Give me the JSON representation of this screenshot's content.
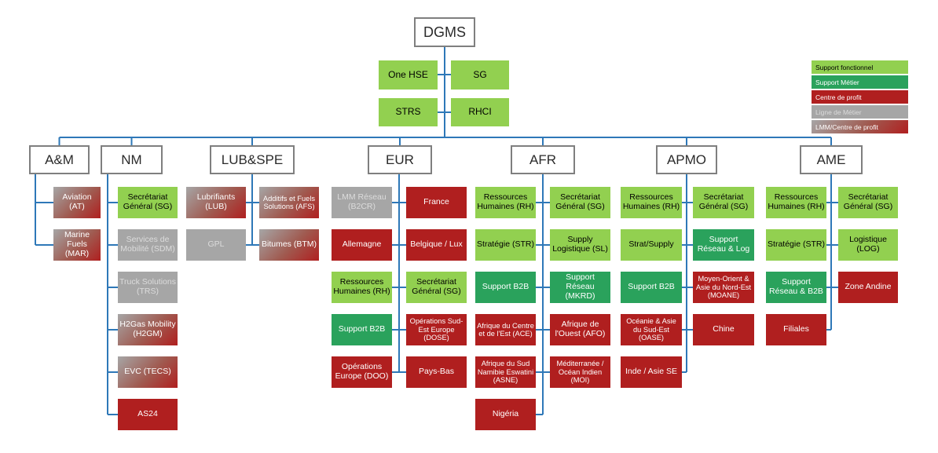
{
  "root": {
    "label": "DGMS"
  },
  "root_supports": [
    {
      "label": "One HSE",
      "type": "sf"
    },
    {
      "label": "SG",
      "type": "sf"
    },
    {
      "label": "STRS",
      "type": "sf"
    },
    {
      "label": "RHCI",
      "type": "sf"
    }
  ],
  "legend": {
    "items": [
      {
        "label": "Support fonctionnel",
        "type": "sf"
      },
      {
        "label": "Support Métier",
        "type": "sm"
      },
      {
        "label": "Centre de profit",
        "type": "cp"
      },
      {
        "label": "Ligne de Métier",
        "type": "lm"
      },
      {
        "label": "LMM/Centre de profit",
        "type": "lmm"
      }
    ]
  },
  "colors": {
    "support_fonctionnel": "#92d050",
    "support_metier": "#2aa25c",
    "centre_de_profit": "#b01f1f",
    "ligne_de_metier": "#a6a6a6",
    "lmm_gradient_start": "#a6a6a6",
    "lmm_gradient_end": "#b01f1f",
    "connector": "#2e78b8",
    "head_border": "#7f7f7f"
  },
  "departments": [
    {
      "label": "A&M",
      "children": [
        {
          "label": "Aviation (AT)",
          "type": "lmm",
          "col": "single",
          "row": 1
        },
        {
          "label": "Marine Fuels (MAR)",
          "type": "lmm",
          "col": "single",
          "row": 2
        }
      ]
    },
    {
      "label": "NM",
      "children": [
        {
          "label": "Secrétariat Général (SG)",
          "type": "sf",
          "col": "single",
          "row": 1
        },
        {
          "label": "Services de Mobilité (SDM)",
          "type": "lm",
          "col": "single",
          "row": 2
        },
        {
          "label": "Truck Solutions (TRS)",
          "type": "lm",
          "col": "single",
          "row": 3
        },
        {
          "label": "H2Gas Mobility (H2GM)",
          "type": "lmm",
          "col": "single",
          "row": 4
        },
        {
          "label": "EVC (TECS)",
          "type": "lmm",
          "col": "single",
          "row": 5
        },
        {
          "label": "AS24",
          "type": "cp",
          "col": "single",
          "row": 6
        }
      ]
    },
    {
      "label": "LUB&SPE",
      "children": [
        {
          "label": "Lubrifiants (LUB)",
          "type": "lmm",
          "col": "left",
          "row": 1
        },
        {
          "label": "GPL",
          "type": "lm",
          "col": "left",
          "row": 2
        },
        {
          "label": "Additifs et Fuels Solutions (AFS)",
          "type": "lmm",
          "col": "right",
          "row": 1
        },
        {
          "label": "Bitumes (BTM)",
          "type": "lmm",
          "col": "right",
          "row": 2
        }
      ]
    },
    {
      "label": "EUR",
      "children": [
        {
          "label": "LMM Réseau (B2CR)",
          "type": "lm",
          "col": "left",
          "row": 1
        },
        {
          "label": "Allemagne",
          "type": "cp",
          "col": "left",
          "row": 2
        },
        {
          "label": "Ressources Humaines (RH)",
          "type": "sf",
          "col": "left",
          "row": 3
        },
        {
          "label": "Support B2B",
          "type": "sm",
          "col": "left",
          "row": 4
        },
        {
          "label": "Opérations Europe (DOO)",
          "type": "cp",
          "col": "left",
          "row": 5
        },
        {
          "label": "France",
          "type": "cp",
          "col": "right",
          "row": 1
        },
        {
          "label": "Belgique / Lux",
          "type": "cp",
          "col": "right",
          "row": 2
        },
        {
          "label": "Secrétariat Général (SG)",
          "type": "sf",
          "col": "right",
          "row": 3
        },
        {
          "label": "Opérations Sud-Est Europe (DOSE)",
          "type": "cp",
          "col": "right",
          "row": 4
        },
        {
          "label": "Pays-Bas",
          "type": "cp",
          "col": "right",
          "row": 5
        }
      ]
    },
    {
      "label": "AFR",
      "children": [
        {
          "label": "Ressources Humaines (RH)",
          "type": "sf",
          "col": "left",
          "row": 1
        },
        {
          "label": "Stratégie (STR)",
          "type": "sf",
          "col": "left",
          "row": 2
        },
        {
          "label": "Support B2B",
          "type": "sm",
          "col": "left",
          "row": 3
        },
        {
          "label": "Afrique du Centre et de l'Est (ACE)",
          "type": "cp",
          "col": "left",
          "row": 4
        },
        {
          "label": "Afrique du Sud Namibie Eswatini (ASNE)",
          "type": "cp",
          "col": "left",
          "row": 5
        },
        {
          "label": "Nigéria",
          "type": "cp",
          "col": "left",
          "row": 6
        },
        {
          "label": "Secrétariat Général (SG)",
          "type": "sf",
          "col": "right",
          "row": 1
        },
        {
          "label": "Supply Logistique (SL)",
          "type": "sf",
          "col": "right",
          "row": 2
        },
        {
          "label": "Support Réseau (MKRD)",
          "type": "sm",
          "col": "right",
          "row": 3
        },
        {
          "label": "Afrique de l'Ouest (AFO)",
          "type": "cp",
          "col": "right",
          "row": 4
        },
        {
          "label": "Méditerranée / Océan Indien (MOI)",
          "type": "cp",
          "col": "right",
          "row": 5
        }
      ]
    },
    {
      "label": "APMO",
      "children": [
        {
          "label": "Ressources Humaines (RH)",
          "type": "sf",
          "col": "left",
          "row": 1
        },
        {
          "label": "Strat/Supply",
          "type": "sf",
          "col": "left",
          "row": 2
        },
        {
          "label": "Support B2B",
          "type": "sm",
          "col": "left",
          "row": 3
        },
        {
          "label": "Océanie & Asie du Sud-Est (OASE)",
          "type": "cp",
          "col": "left",
          "row": 4
        },
        {
          "label": "Inde / Asie SE",
          "type": "cp",
          "col": "left",
          "row": 5
        },
        {
          "label": "Secrétariat Général (SG)",
          "type": "sf",
          "col": "right",
          "row": 1
        },
        {
          "label": "Support Réseau & Log",
          "type": "sm",
          "col": "right",
          "row": 2
        },
        {
          "label": "Moyen-Orient & Asie du Nord-Est (MOANE)",
          "type": "cp",
          "col": "right",
          "row": 3
        },
        {
          "label": "Chine",
          "type": "cp",
          "col": "right",
          "row": 4
        }
      ]
    },
    {
      "label": "AME",
      "children": [
        {
          "label": "Ressources Humaines (RH)",
          "type": "sf",
          "col": "left",
          "row": 1
        },
        {
          "label": "Stratégie (STR)",
          "type": "sf",
          "col": "left",
          "row": 2
        },
        {
          "label": "Support Réseau & B2B",
          "type": "sm",
          "col": "left",
          "row": 3
        },
        {
          "label": "Filiales",
          "type": "cp",
          "col": "left",
          "row": 4
        },
        {
          "label": "Secrétariat Général (SG)",
          "type": "sf",
          "col": "right",
          "row": 1
        },
        {
          "label": "Logistique (LOG)",
          "type": "sf",
          "col": "right",
          "row": 2
        },
        {
          "label": "Zone Andine",
          "type": "cp",
          "col": "right",
          "row": 3
        }
      ]
    }
  ]
}
